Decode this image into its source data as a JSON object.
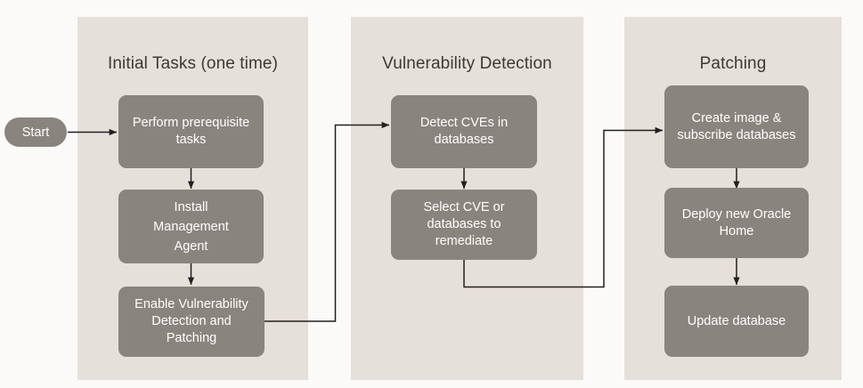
{
  "diagram": {
    "title_colors": {
      "page_background": "#fbfaf8",
      "panel_background": "#e6e0da",
      "node_fill": "#8a847e",
      "node_text": "#ffffff",
      "title_text": "#3b3a38",
      "edge_stroke": "#231f20"
    },
    "start": {
      "label": "Start"
    },
    "panels": [
      {
        "id": "initial-tasks",
        "title": "Initial Tasks (one time)",
        "nodes": [
          {
            "id": "perform-prerequisite-tasks",
            "label": "Perform prerequisite\ntasks"
          },
          {
            "id": "install-management-agent",
            "label": "Install\nManagement\nAgent"
          },
          {
            "id": "enable-vulnerability-detection-and-patching",
            "label": "Enable Vulnerability\nDetection and\nPatching"
          }
        ]
      },
      {
        "id": "vulnerability-detection",
        "title": "Vulnerability Detection",
        "nodes": [
          {
            "id": "detect-cves-in-databases",
            "label": "Detect CVEs in\ndatabases"
          },
          {
            "id": "select-cve-or-databases-to-remediate",
            "label": "Select CVE or\ndatabases to\nremediate"
          }
        ]
      },
      {
        "id": "patching",
        "title": "Patching",
        "nodes": [
          {
            "id": "create-image-and-subscribe-databases",
            "label": "Create image  &\nsubscribe databases"
          },
          {
            "id": "deploy-new-oracle-home",
            "label": "Deploy new Oracle\nHome"
          },
          {
            "id": "update-database",
            "label": "Update database"
          }
        ]
      }
    ],
    "connections": [
      {
        "from": "start",
        "to": "perform-prerequisite-tasks"
      },
      {
        "from": "perform-prerequisite-tasks",
        "to": "install-management-agent"
      },
      {
        "from": "install-management-agent",
        "to": "enable-vulnerability-detection-and-patching"
      },
      {
        "from": "enable-vulnerability-detection-and-patching",
        "to": "detect-cves-in-databases"
      },
      {
        "from": "detect-cves-in-databases",
        "to": "select-cve-or-databases-to-remediate"
      },
      {
        "from": "select-cve-or-databases-to-remediate",
        "to": "create-image-and-subscribe-databases"
      },
      {
        "from": "create-image-and-subscribe-databases",
        "to": "deploy-new-oracle-home"
      },
      {
        "from": "deploy-new-oracle-home",
        "to": "update-database"
      }
    ]
  }
}
